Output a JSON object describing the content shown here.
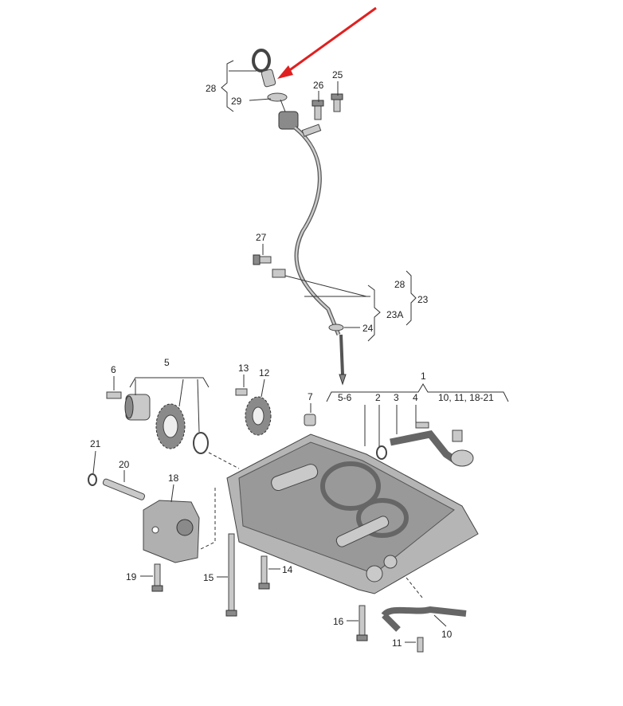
{
  "labels": {
    "l28a": "28",
    "l29": "29",
    "l26": "26",
    "l25": "25",
    "l27": "27",
    "l28b": "28",
    "l23": "23",
    "l23a": "23A",
    "l24": "24",
    "l1": "1",
    "l56": "5-6",
    "l2": "2",
    "l3": "3",
    "l4": "4",
    "l10group": "10, 11, 18-21",
    "l6": "6",
    "l5": "5",
    "l13": "13",
    "l12": "12",
    "l7": "7",
    "l21": "21",
    "l20": "20",
    "l18": "18",
    "l19": "19",
    "l15": "15",
    "l14": "14",
    "l16": "16",
    "l11": "11",
    "l10": "10"
  },
  "colors": {
    "arrow": "#e02020"
  }
}
